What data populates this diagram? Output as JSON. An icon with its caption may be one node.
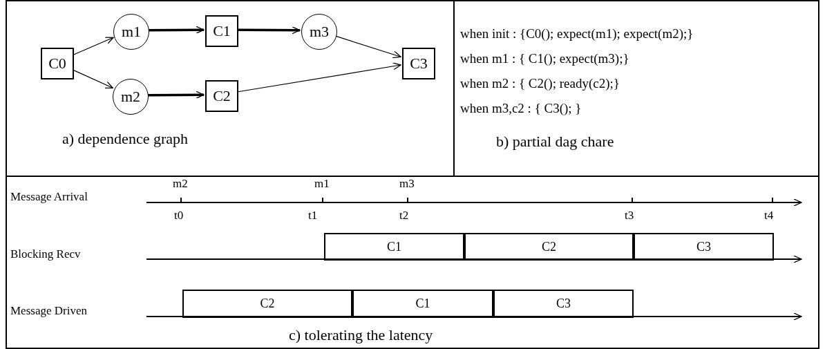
{
  "diagram": {
    "nodes": [
      {
        "text": [
          "a) dependence graph"
        ]
      },
      {
        "text": [
          "C0"
        ],
        "in": 0
      },
      {
        "text": [
          "m1"
        ],
        "in": 0
      },
      {
        "text": [
          "m2"
        ],
        "in": 0
      },
      {
        "text": [
          "C1"
        ],
        "in": 0
      },
      {
        "text": [
          "C2"
        ],
        "in": 0
      },
      {
        "text": [
          "m3"
        ],
        "in": 0
      },
      {
        "text": [
          "C3"
        ],
        "in": 0
      },
      {
        "text": [
          "when init : {C0(); expect(m1); expect(m2);}",
          "when m1 : { C1(); expect(m3);}",
          "when m2 : { C2(); ready(c2);}",
          "when m3,c2 : { C3(); }",
          "b) partial dag chare"
        ]
      },
      {
        "text": [
          "c) tolerating the latency"
        ]
      },
      {
        "text": [
          "C1"
        ],
        "in": 9
      },
      {
        "text": [
          "C2"
        ],
        "in": 9
      },
      {
        "text": [
          "C3"
        ],
        "in": 9
      },
      {
        "text": [
          "C2"
        ],
        "in": 9
      },
      {
        "text": [
          "C1"
        ],
        "in": 9
      },
      {
        "text": [
          "C3"
        ],
        "in": 9
      }
    ],
    "edges": [
      {
        "from": 1,
        "to": 2,
        "arrow": "to"
      },
      {
        "from": 1,
        "to": 3,
        "arrow": "to"
      },
      {
        "from": 2,
        "to": 4,
        "arrow": "to",
        "style": "thick"
      },
      {
        "from": 3,
        "to": 5,
        "arrow": "to",
        "style": "thick"
      },
      {
        "from": 4,
        "to": 6,
        "arrow": "to",
        "style": "thick"
      },
      {
        "from": 6,
        "to": 7,
        "arrow": "to"
      },
      {
        "from": 5,
        "to": 7,
        "arrow": "to"
      }
    ],
    "labels": [
      "m2",
      "m1",
      "m3",
      "Message Arrival",
      "t0",
      "t1",
      "t2",
      "t3",
      "t4",
      "Blocking Recv",
      "Message Driven"
    ]
  }
}
